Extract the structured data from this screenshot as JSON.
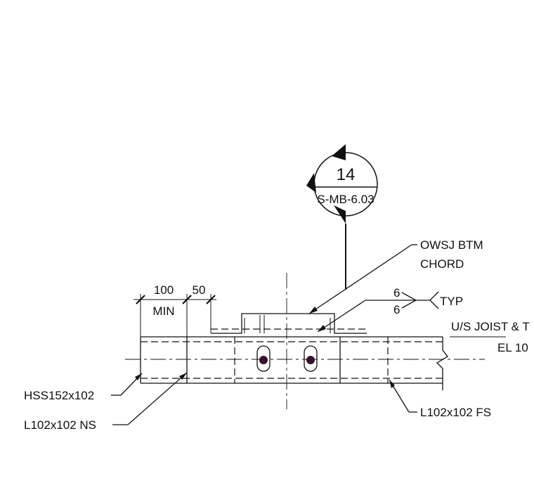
{
  "section_marker": {
    "number": "14",
    "sheet": "S-MB-6.03"
  },
  "dimensions": {
    "dim1_value": "100",
    "dim1_sub": "MIN",
    "dim2_value": "50"
  },
  "weld_symbol": {
    "top_size": "6",
    "bottom_size": "6",
    "note": "TYP"
  },
  "callouts": {
    "owsj_line1": "OWSJ BTM",
    "owsj_line2": "CHORD",
    "us_joist": "U/S JOIST & T",
    "elevation": "EL 10",
    "hss": "HSS152x102",
    "angle_ns": "L102x102 NS",
    "angle_fs": "L102x102 FS"
  },
  "colors": {
    "line": "#111111",
    "bolt": "#3a0f2e"
  }
}
